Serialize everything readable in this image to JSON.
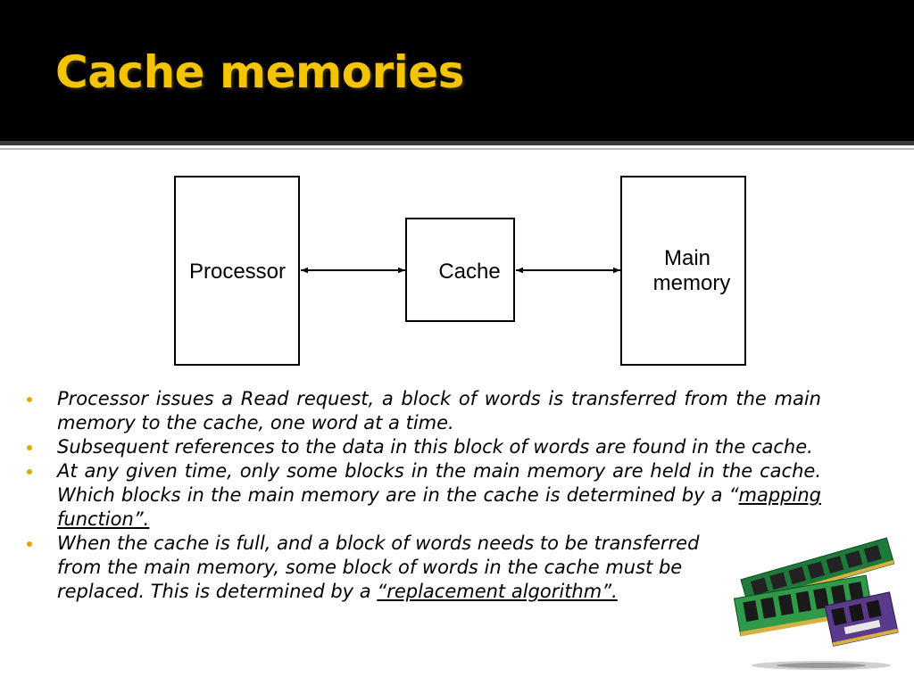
{
  "slide": {
    "title": "Cache memories"
  },
  "diagram": {
    "processor_label": "Processor",
    "cache_label": "Cache",
    "main_memory_label_line1": "Main",
    "main_memory_label_line2": "memory"
  },
  "bullets": [
    {
      "text": "Processor issues a Read request, a block of words is transferred from the main memory  to the cache, one word at a time."
    },
    {
      "text": "Subsequent references to the data in this block of words are found in the cache."
    },
    {
      "text_before": "At any given time, only some blocks in the main memory are held in the cache. Which  blocks in the main memory are in the cache is determined by a “",
      "link": "mapping function”."
    },
    {
      "text_before": "When the cache is full, and a block of words needs to be transferred from the main  memory, some block of words in the cache must be replaced. This is determined by a ",
      "link": "“replacement algorithm”."
    }
  ],
  "colors": {
    "title": "#f5c400",
    "title_bar": "#000000",
    "bullet": "#e0a800"
  },
  "icons": {
    "image": "ram-modules-picture"
  }
}
